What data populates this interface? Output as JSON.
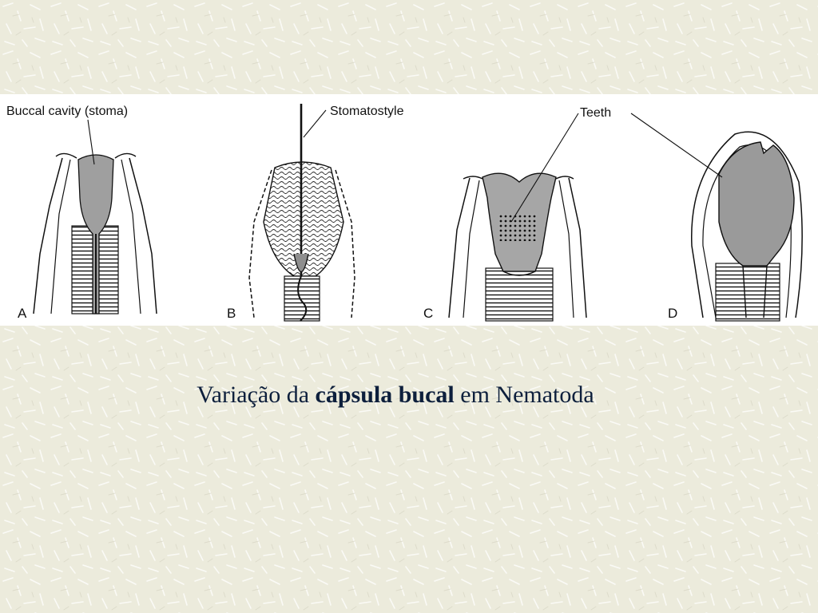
{
  "figure": {
    "labels": {
      "buccal_cavity": "Buccal cavity (stoma)",
      "stomatostyle": "Stomatostyle",
      "teeth": "Teeth"
    },
    "panels": [
      "A",
      "B",
      "C",
      "D"
    ]
  },
  "caption": {
    "before": "Variação da ",
    "bold": "cápsula bucal",
    "after": " em Nematoda"
  }
}
